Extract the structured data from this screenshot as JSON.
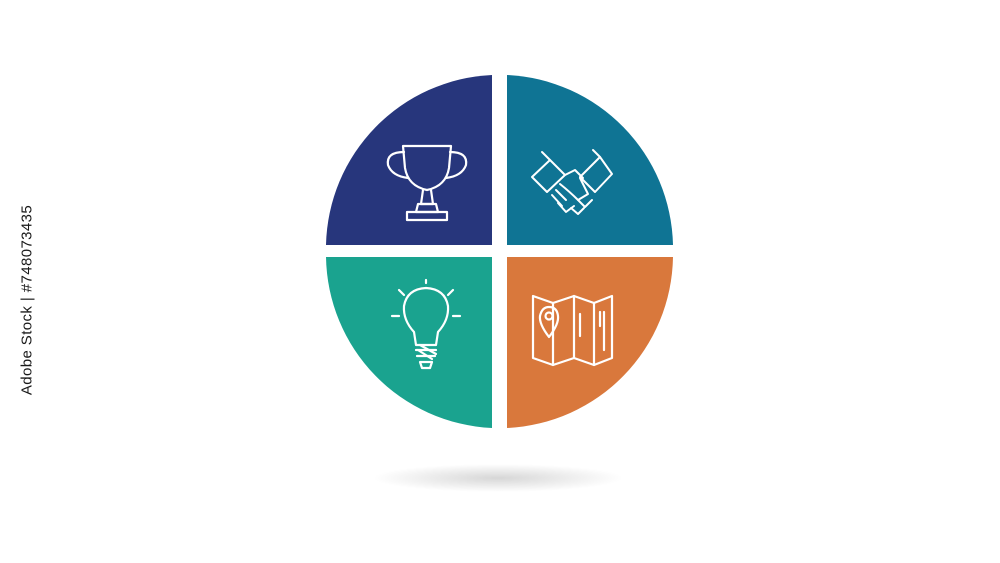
{
  "side_caption": "Adobe Stock | #748073435",
  "colors": {
    "top_left": "#27367c",
    "top_right": "#0f7494",
    "bottom_left": "#1aa38f",
    "bottom_right": "#d9783c",
    "icon_stroke": "#ffffff",
    "background": "#ffffff"
  },
  "segments": [
    {
      "position": "top-left",
      "icon": "trophy-icon",
      "color_key": "top_left"
    },
    {
      "position": "top-right",
      "icon": "handshake-icon",
      "color_key": "top_right"
    },
    {
      "position": "bottom-left",
      "icon": "lightbulb-icon",
      "color_key": "bottom_left"
    },
    {
      "position": "bottom-right",
      "icon": "map-pin-icon",
      "color_key": "bottom_right"
    }
  ]
}
